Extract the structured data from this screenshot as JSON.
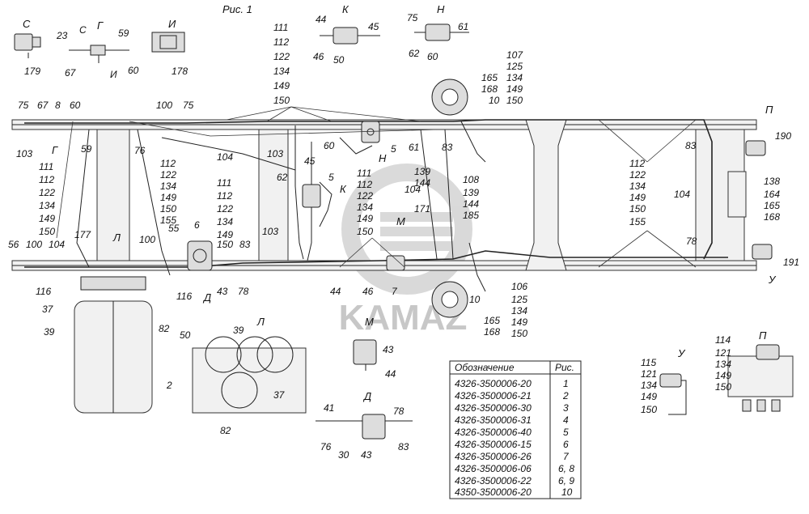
{
  "figure_title": "Рис. 1",
  "watermark": "KAMAZ",
  "views": {
    "C": "С",
    "G": "Г",
    "I": "И",
    "K": "К",
    "N": "Н",
    "L": "Л",
    "M": "М",
    "D": "Д",
    "P": "П",
    "U": "У"
  },
  "labels": {
    "c179": "179",
    "c23": "23",
    "c59": "59",
    "c67": "67",
    "c60": "60",
    "c178": "178",
    "k44": "44",
    "k45": "45",
    "k46": "46",
    "k50": "50",
    "n75": "75",
    "n61": "61",
    "n62": "62",
    "n60": "60",
    "col_top": [
      "111",
      "112",
      "122",
      "134",
      "149",
      "150"
    ],
    "col_right_top": [
      "107",
      "125",
      "134",
      "149",
      "150"
    ],
    "r165": "165",
    "r168": "168",
    "r10a": "10",
    "t75": "75",
    "t67": "67",
    "t8": "8",
    "t60": "60",
    "t100": "100",
    "t75b": "75",
    "l103": "103",
    "l59": "59",
    "l76": "76",
    "col_left": [
      "111",
      "112",
      "122",
      "134",
      "149",
      "150"
    ],
    "col_mid_left": [
      "112",
      "122",
      "134",
      "149",
      "150",
      "155"
    ],
    "l104": "104",
    "l103b": "103",
    "l60": "60",
    "l5": "5",
    "l61": "61",
    "l83": "83",
    "l45": "45",
    "l62": "62",
    "l5b": "5",
    "lK": "К",
    "col_mid": [
      "111",
      "112",
      "122",
      "134",
      "149",
      "150"
    ],
    "col_center": [
      "111",
      "112",
      "122",
      "134",
      "149",
      "150"
    ],
    "l103c": "103",
    "l104b": "104",
    "col_139": [
      "139",
      "144",
      "171"
    ],
    "col_108": [
      "108",
      "139",
      "144",
      "185"
    ],
    "col_right_mid": [
      "112",
      "122",
      "134",
      "149",
      "150",
      "155"
    ],
    "l83b": "83",
    "l104c": "104",
    "l78": "78",
    "l190": "190",
    "col_138": [
      "138",
      "164",
      "165",
      "168"
    ],
    "l191": "191",
    "l56": "56",
    "l100b": "100",
    "l104d": "104",
    "l177": "177",
    "l100c": "100",
    "l55": "55",
    "l6": "6",
    "l83c": "83",
    "l78b": "78",
    "l43": "43",
    "l116": "116",
    "l116b": "116",
    "l37": "37",
    "l39": "39",
    "l82": "82",
    "l2": "2",
    "l50": "50",
    "l44": "44",
    "l46": "46",
    "l7": "7",
    "col_106": [
      "106",
      "125",
      "134",
      "149",
      "150"
    ],
    "l10b": "10",
    "col_165": [
      "165",
      "168"
    ],
    "m43": "43",
    "m44": "44",
    "L39": "39",
    "L37": "37",
    "L82": "82",
    "d41": "41",
    "d78": "78",
    "d76": "76",
    "d30": "30",
    "d43": "43",
    "d83": "83",
    "u_col": [
      "115",
      "121",
      "134",
      "149",
      "150"
    ],
    "p_col": [
      "114",
      "121",
      "134",
      "149",
      "150"
    ]
  },
  "table": {
    "headers": [
      "Обозначение",
      "Рис."
    ],
    "rows": [
      [
        "4326-3500006-20",
        "1"
      ],
      [
        "4326-3500006-21",
        "2"
      ],
      [
        "4326-3500006-30",
        "3"
      ],
      [
        "4326-3500006-31",
        "4"
      ],
      [
        "4326-3500006-40",
        "5"
      ],
      [
        "4326-3500006-15",
        "6"
      ],
      [
        "4326-3500006-26",
        "7"
      ],
      [
        "4326-3500006-06",
        "6, 8"
      ],
      [
        "4326-3500006-22",
        "6, 9"
      ],
      [
        "4350-3500006-20",
        "10"
      ]
    ]
  }
}
